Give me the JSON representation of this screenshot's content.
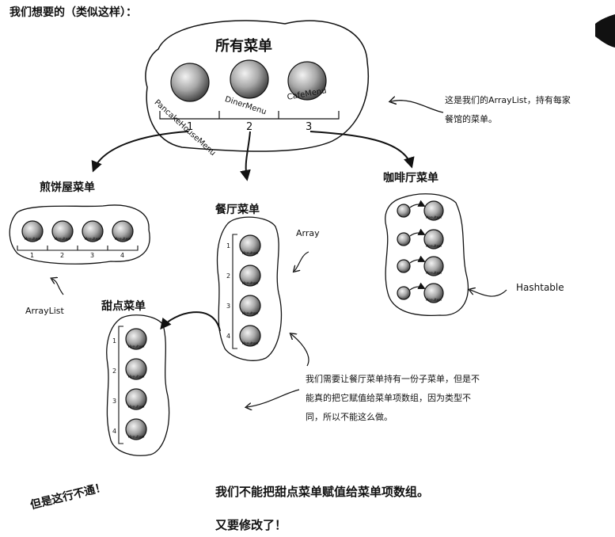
{
  "intro": "我们想要的（类似这样）：",
  "all_menus": {
    "title": "所有菜单",
    "items": [
      {
        "label": "PancakeHouseMenu",
        "index": "1"
      },
      {
        "label": "DinerMenu",
        "index": "2"
      },
      {
        "label": "CafeMenu",
        "index": "3"
      }
    ]
  },
  "arraylist_note": [
    "这是我们的ArrayList，持有每家",
    "餐馆的菜单。"
  ],
  "pancake": {
    "title": "煎饼屋菜单",
    "indices": [
      "1",
      "2",
      "3",
      "4"
    ],
    "type_label": "ArrayList"
  },
  "diner": {
    "title": "餐厅菜单",
    "indices": [
      "1",
      "2",
      "3",
      "4"
    ],
    "type_label": "Array"
  },
  "cafe": {
    "title": "咖啡厅菜单",
    "type_label": "Hashtable"
  },
  "dessert": {
    "title": "甜点菜单",
    "indices": [
      "1",
      "2",
      "3",
      "4"
    ]
  },
  "menu_item_label": "MenuItem",
  "diner_note": [
    "我们需要让餐厅菜单持有一份子菜单，但是不",
    "能真的把它赋值给菜单项数组，因为类型不",
    "同，所以不能这么做。"
  ],
  "not_working": "但是这行不通！",
  "conclusion": [
    "我们不能把甜点菜单赋值给菜单项数组。",
    "又要修改了！"
  ],
  "colors": {
    "ink": "#111111",
    "ball_light": "#e6e6e6",
    "ball_dark": "#6e6e6e"
  }
}
